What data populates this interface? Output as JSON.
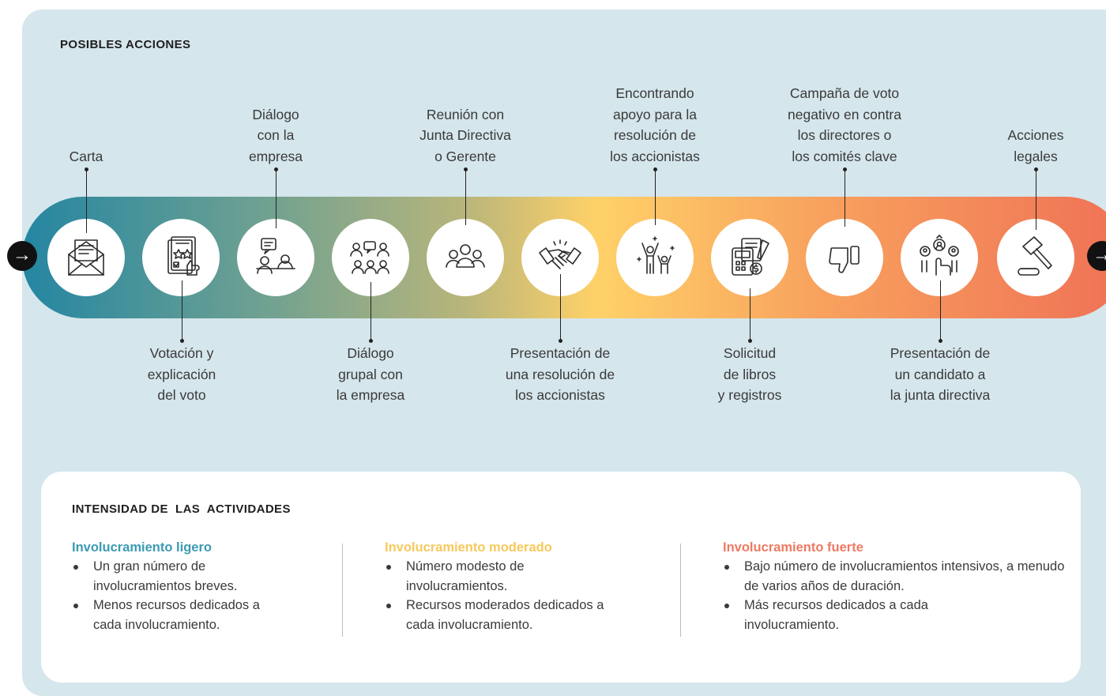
{
  "title": "POSIBLES ACCIONES",
  "arrows": {
    "left_icon": "arrow-right-icon",
    "right_icon": "arrow-right-icon",
    "glyph": "→"
  },
  "band_colors": [
    "#2486a2",
    "#70a191",
    "#b8b57b",
    "#ffd168",
    "#f8a25e",
    "#ef7156"
  ],
  "steps": [
    {
      "label": "Carta",
      "position": "top",
      "icon": "envelope-letter-icon"
    },
    {
      "label": "Votación y\nexplicación\ndel voto",
      "position": "bottom",
      "icon": "voting-ballot-icon"
    },
    {
      "label": "Diálogo\ncon la\nempresa",
      "position": "top",
      "icon": "meeting-dialogue-icon"
    },
    {
      "label": "Diálogo\ngrupal con\nla empresa",
      "position": "bottom",
      "icon": "group-dialogue-icon"
    },
    {
      "label": "Reunión con\nJunta Directiva\no Gerente",
      "position": "top",
      "icon": "board-meeting-icon"
    },
    {
      "label": "Presentación de\nuna resolución de\nlos accionistas",
      "position": "bottom",
      "icon": "handshake-icon"
    },
    {
      "label": "Encontrando\napoyo para la\nresolución de\nlos accionistas",
      "position": "top",
      "icon": "celebrating-people-icon"
    },
    {
      "label": "Solicitud\nde libros\ny registros",
      "position": "bottom",
      "icon": "calculator-documents-icon"
    },
    {
      "label": "Campaña de voto\nnegativo en contra\nlos directores o\nlos comités clave",
      "position": "top",
      "icon": "thumbs-down-icon"
    },
    {
      "label": "Presentación de\nun candidato a\nla junta directiva",
      "position": "bottom",
      "icon": "candidate-selection-icon"
    },
    {
      "label": "Acciones\nlegales",
      "position": "top",
      "icon": "gavel-icon"
    }
  ],
  "intensity": {
    "title": "INTENSIDAD DE  LAS  ACTIVIDADES",
    "columns": [
      {
        "title": "Involucramiento ligero",
        "color": "#3b9bb3",
        "items": [
          "Un gran número de involucramientos breves.",
          "Menos recursos dedicados a cada involucramiento."
        ]
      },
      {
        "title": "Involucramiento moderado",
        "color": "#f7c95c",
        "items": [
          "Número modesto de involucramientos.",
          "Recursos moderados dedicados a cada involucramiento."
        ]
      },
      {
        "title": "Involucramiento fuerte",
        "color": "#ee7a63",
        "items": [
          "Bajo número de involucramientos intensivos, a menudo de varios años de duración.",
          "Más recursos dedicados a cada involucramiento."
        ]
      }
    ]
  }
}
